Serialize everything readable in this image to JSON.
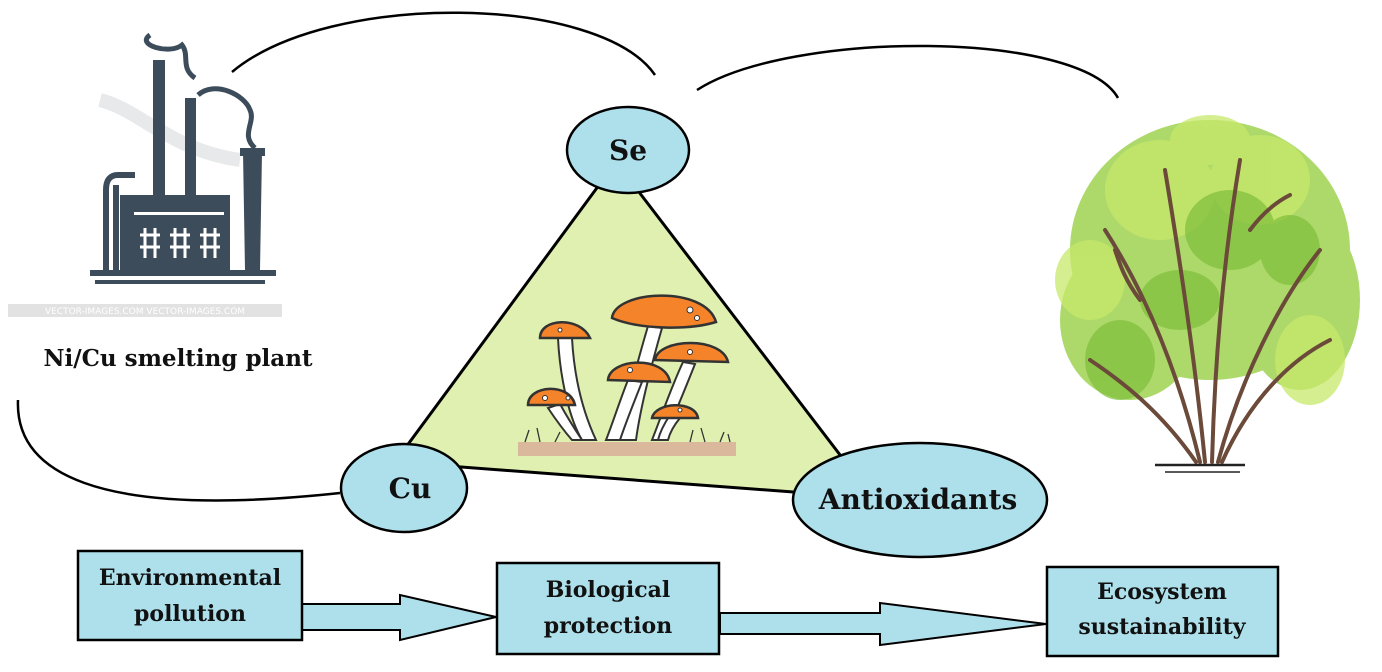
{
  "plant": {
    "label": "Ni/Cu smelting plant",
    "watermark": "VECTOR-IMAGES.COM     VECTOR-IMAGES.COM"
  },
  "nodes": {
    "se": "Se",
    "cu": "Cu",
    "antioxidants": "Antioxidants"
  },
  "flow": {
    "box1": [
      "Environmental",
      "pollution"
    ],
    "box2": [
      "Biological",
      "protection"
    ],
    "box3": [
      "Ecosystem",
      "sustainability"
    ]
  },
  "colors": {
    "triangle_fill": "#dff0b0",
    "node_fill": "#aee0ec",
    "box_fill": "#aee0ec",
    "mushroom_cap": "#f5832a",
    "factory": "#3d4c5a",
    "foliage": "#9fd352",
    "trunk": "#6b4a3a"
  },
  "icons": [
    "factory-icon",
    "mushroom-icon",
    "shrub-icon"
  ]
}
